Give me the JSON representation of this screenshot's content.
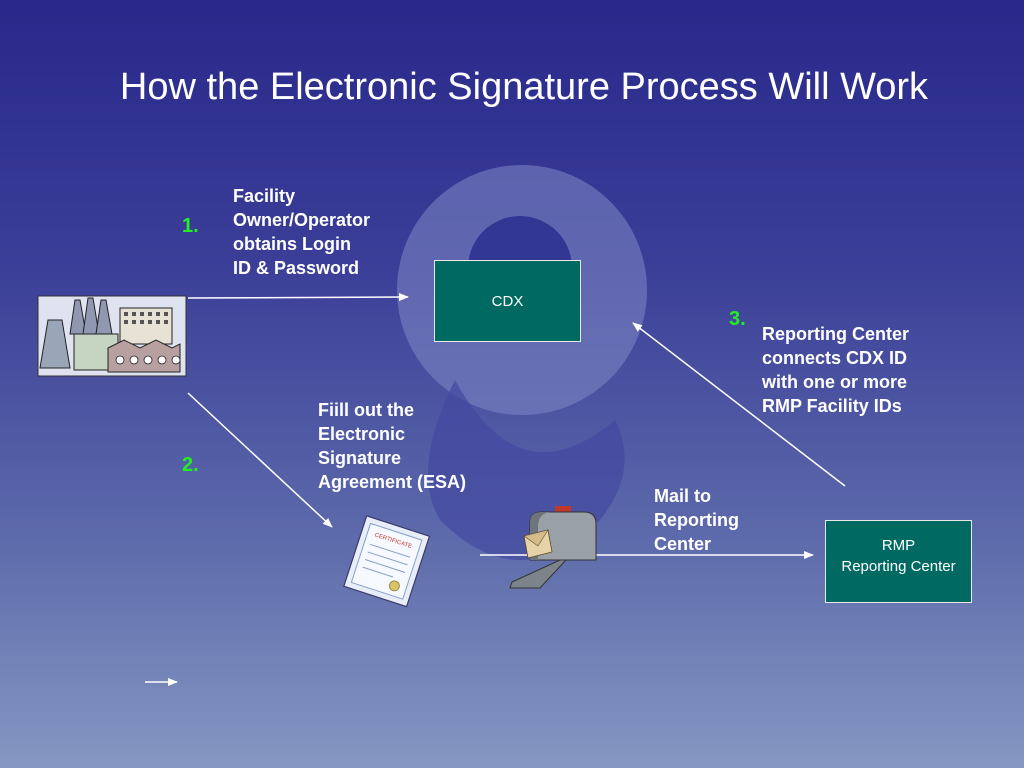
{
  "title": "How the Electronic Signature Process Will Work",
  "steps": [
    {
      "number": "1.",
      "label_lines": [
        "Facility",
        "Owner/Operator",
        "obtains Login",
        "ID & Password"
      ]
    },
    {
      "number": "2.",
      "label_lines": [
        "Fiill out the",
        "Electronic",
        "Signature",
        "Agreement (ESA)"
      ]
    },
    {
      "number": "3.",
      "label_lines": [
        "Reporting Center",
        "connects CDX ID",
        "with one or more",
        "RMP Facility IDs"
      ]
    }
  ],
  "mail_label_lines": [
    "Mail to",
    "Reporting",
    "Center"
  ],
  "boxes": {
    "cdx": {
      "lines": [
        "CDX"
      ]
    },
    "rmp": {
      "lines": [
        "RMP",
        "Reporting Center"
      ]
    }
  },
  "icons": {
    "certificate_text": "CERTIFICATE"
  },
  "colors": {
    "step_number": "#22ee22",
    "box_fill": "#006a62",
    "text": "#ffffff"
  }
}
